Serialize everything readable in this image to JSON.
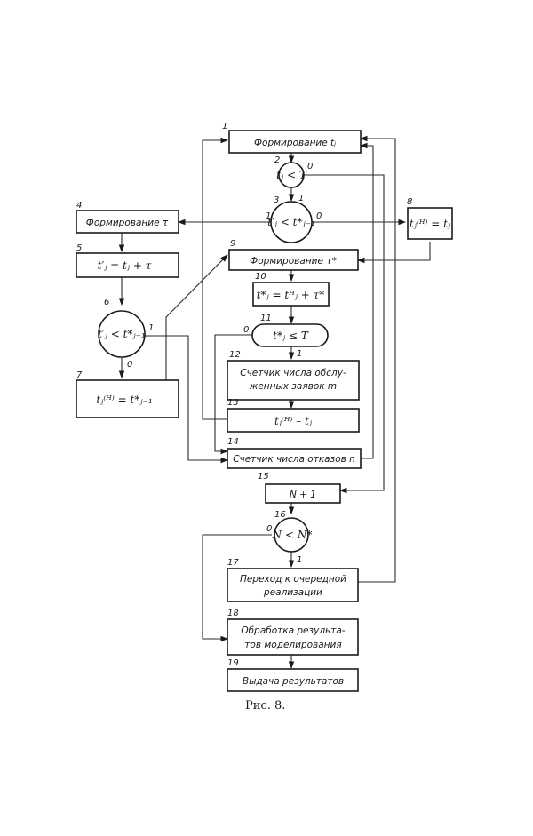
{
  "figure": {
    "caption": "Рис. 8.",
    "blocks": [
      {
        "id": "1",
        "text": "Формирование tⱼ"
      },
      {
        "id": "2",
        "text": "tⱼ < T",
        "shape": "circle",
        "out_yes": "1",
        "out_no": "0"
      },
      {
        "id": "3",
        "text": "t′ⱼ < t*ⱼ₋₁",
        "shape": "circle",
        "out_left": "1",
        "out_right": "0",
        "in_label": "1"
      },
      {
        "id": "4",
        "text": "Формирование τ"
      },
      {
        "id": "5",
        "text": "t′ⱼ = tⱼ + τ"
      },
      {
        "id": "6",
        "text": "t′ⱼ < t*ⱼ₋₁",
        "shape": "circle",
        "out_right": "1",
        "out_down": "0"
      },
      {
        "id": "7",
        "text": "tⱼ⁽ᴴ⁾ = t*ⱼ₋₁"
      },
      {
        "id": "8",
        "text": "tⱼ⁽ᴴ⁾ = tⱼ"
      },
      {
        "id": "9",
        "text": "Формирование τ*"
      },
      {
        "id": "10",
        "text": "t*ⱼ = tᴴⱼ + τ*"
      },
      {
        "id": "11",
        "text": "t*ⱼ ≤ T",
        "shape": "rounded",
        "out_left": "0",
        "out_down": "1"
      },
      {
        "id": "12",
        "text_line1": "Счетчик числа обслу-",
        "text_line2": "женных заявок m"
      },
      {
        "id": "13",
        "text": "tⱼ⁽ᴴ⁾ – tⱼ"
      },
      {
        "id": "14",
        "text": "Счетчик числа отказов n"
      },
      {
        "id": "15",
        "text": "N + 1"
      },
      {
        "id": "16",
        "text": "N < N*",
        "shape": "circle",
        "out_left": "0",
        "out_down": "1",
        "mark": "–"
      },
      {
        "id": "17",
        "text_line1": "Переход к очередной",
        "text_line2": "реализации"
      },
      {
        "id": "18",
        "text_line1": "Обработка результа-",
        "text_line2": "тов моделирования"
      },
      {
        "id": "19",
        "text": "Выдача результатов"
      }
    ]
  }
}
